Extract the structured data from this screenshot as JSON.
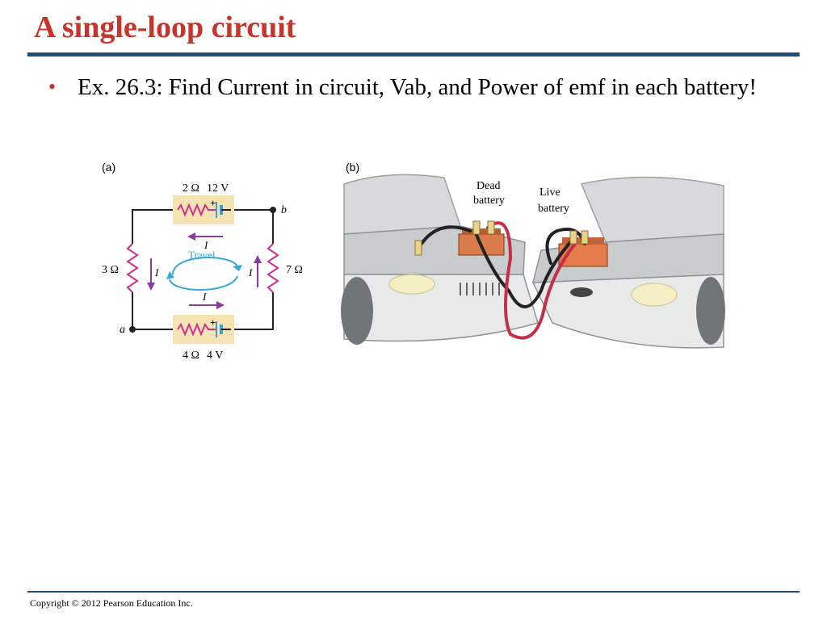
{
  "slide": {
    "title": "A single-loop circuit",
    "bullet": "Ex. 26.3:  Find Current in circuit, Vab, and Power of emf in each battery!",
    "footer": "Copyright © 2012 Pearson Education Inc."
  },
  "figure_a": {
    "panel_label": "(a)",
    "top_resistor_label": "2 Ω",
    "top_emf_label": "12 V",
    "bottom_resistor_label": "4 Ω",
    "bottom_emf_label": "4 V",
    "left_resistor_label": "3 Ω",
    "right_resistor_label": "7 Ω",
    "node_b": "b",
    "node_a": "a",
    "current_symbol": "I",
    "plus_sign": "+",
    "travel_label": "Travel",
    "colors": {
      "component_box": "#f6e3b4",
      "resistor": "#d12f8a",
      "current_arrow": "#8a3b9c",
      "travel": "#39a6d6"
    }
  },
  "figure_b": {
    "panel_label": "(b)",
    "dead_battery_label_1": "Dead",
    "dead_battery_label_2": "battery",
    "live_battery_label_1": "Live",
    "live_battery_label_2": "battery"
  }
}
